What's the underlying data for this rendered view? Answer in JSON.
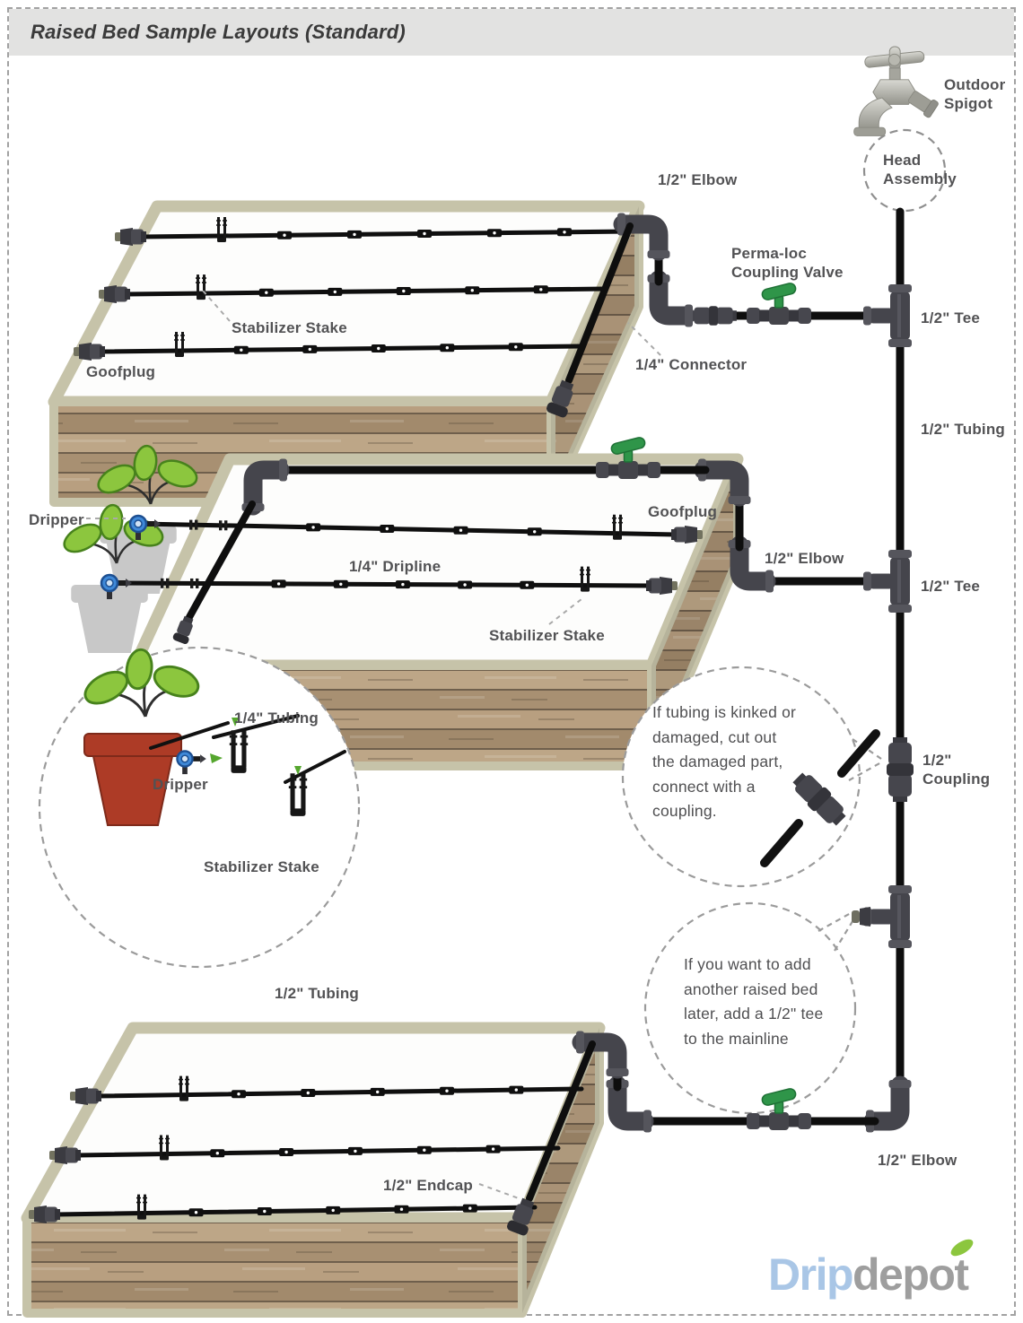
{
  "title": "Raised Bed Sample Layouts (Standard)",
  "brand": {
    "logo_part1": "Drip",
    "logo_part2": "depot"
  },
  "labels": {
    "outdoor_spigot": "Outdoor\nSpigot",
    "head_assembly": "Head\nAssembly",
    "elbow_top": "1/2\" Elbow",
    "permaloc_valve": "Perma-loc\nCoupling Valve",
    "tee_top": "1/2\" Tee",
    "connector_quarter": "1/4\" Connector",
    "tubing_main": "1/2\" Tubing",
    "stake_bed1": "Stabilizer Stake",
    "goofplug_bed1": "Goofplug",
    "dripper_bed2": "Dripper",
    "dripline_quarter": "1/4\" Dripline",
    "goofplug_bed2": "Goofplug",
    "elbow_bed2": "1/2\" Elbow",
    "tee_mid": "1/2\" Tee",
    "stake_bed2": "Stabilizer Stake",
    "coupling_half": "1/2\"\nCoupling",
    "note_coupling": "If tubing is kinked or\ndamaged, cut out\nthe damaged part,\nconnect with a\ncoupling.",
    "detail_tubing": "1/4\" Tubing",
    "detail_dripper": "Dripper",
    "detail_stake": "Stabilizer Stake",
    "note_tee": "If you want to add\nanother raised bed\nlater, add a 1/2\" tee\nto the mainline",
    "tubing_bed3": "1/2\" Tubing",
    "endcap_bed3": "1/2\" Endcap",
    "elbow_bed3": "1/2\" Elbow"
  },
  "colors": {
    "accent_green": "#2f9549",
    "tubing_black": "#0e0e0e",
    "bed_frame": "#c6c3a9",
    "logo_blue": "#a9c6e6",
    "logo_gray": "#9e9e9e",
    "leaf_green": "#8cc63e"
  }
}
